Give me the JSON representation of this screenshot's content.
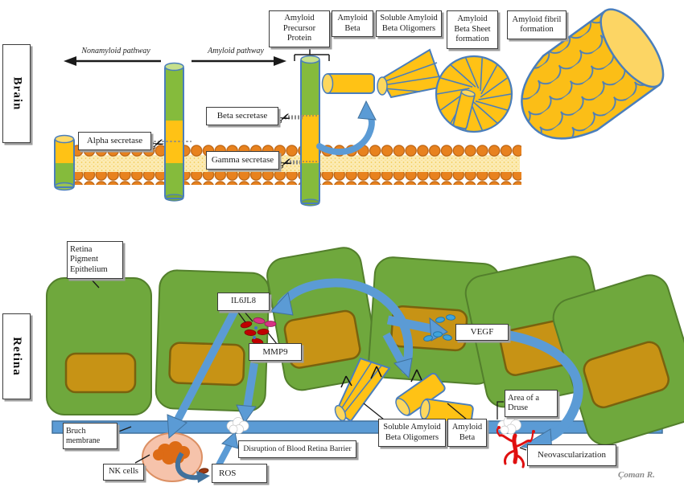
{
  "brain": {
    "section_label": "Brain",
    "pathway_left": "Nonamyloid pathway",
    "pathway_right": "Amyloid pathway",
    "boxes": {
      "app": "Amyloid Precursor Protein",
      "amyloid_beta": "Amyloid Beta",
      "oligomers": "Soluble Amyloid Beta Oligomers",
      "beta_sheet": "Amyloid Beta Sheet formation",
      "fibril": "Amyloid fibril formation",
      "alpha_secretase": "Alpha secretase",
      "beta_secretase": "Beta secretase",
      "gamma_secretase": "Gamma secretase"
    }
  },
  "retina": {
    "section_label": "Retina",
    "boxes": {
      "rpe": "Retina Pigment Epithelium",
      "cytokines": "IL6JL8",
      "mmp9": "MMP9",
      "vegf": "VEGF",
      "bruch_membrane": "Bruch membrane",
      "nk_cells": "NK cells",
      "ros": "ROS",
      "disruption": "Disruption of Blood Retina Barrier",
      "oligomers": "Soluble Amyloid Beta Oligomers",
      "amyloid_beta": "Amyloid Beta",
      "druse": "Area of a Druse",
      "neovascularization": "Neovascularization"
    }
  },
  "credit": "Çoman R.",
  "icons": {
    "scissors": "✂"
  },
  "colors": {
    "cell_green": "#6FA83D",
    "protein_green": "#85BB3C",
    "amyloid_yellow": "#FFC215",
    "outline_blue": "#4A7EBB",
    "arrow_blue": "#5B9BD5",
    "arrow_blue_dark": "#41719C",
    "membrane_orange": "#E8821E",
    "nucleus_olive": "#C79315",
    "nk_pink": "#F6C3AB",
    "vessel_red": "#E01010"
  }
}
